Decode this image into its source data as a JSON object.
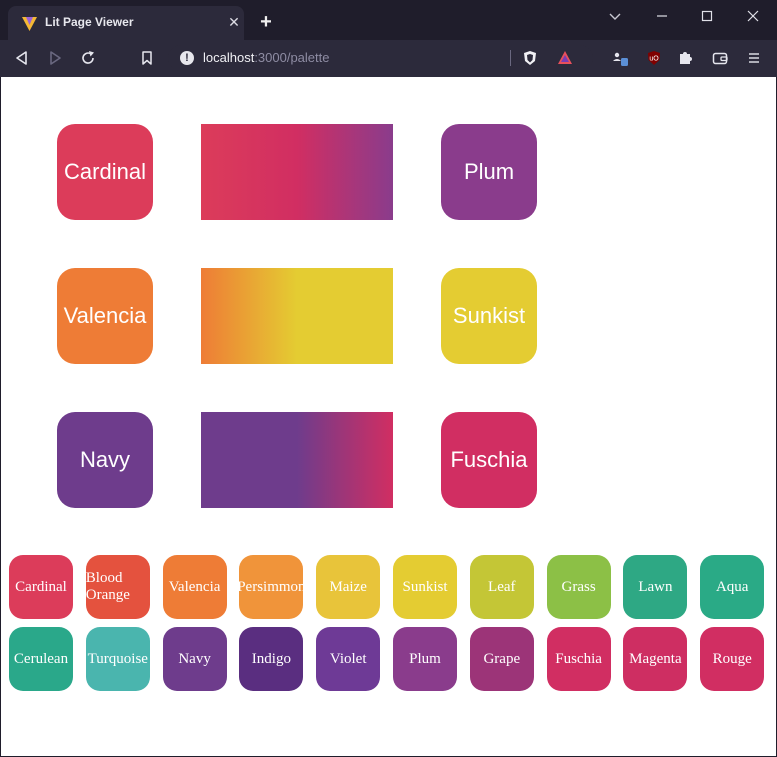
{
  "browser": {
    "tab_title": "Lit Page Viewer",
    "tab_close": "✕",
    "new_tab": "+",
    "url_host": "localhost",
    "url_rest": ":3000/palette"
  },
  "pairs": [
    {
      "from": {
        "name": "Cardinal",
        "color": "#dc3c5a"
      },
      "to": {
        "name": "Plum",
        "color": "#8a3c8c"
      }
    },
    {
      "from": {
        "name": "Valencia",
        "color": "#ee7c36"
      },
      "to": {
        "name": "Sunkist",
        "color": "#e4cc32"
      }
    },
    {
      "from": {
        "name": "Navy",
        "color": "#6e3c8c"
      },
      "to": {
        "name": "Fuschia",
        "color": "#d12e62"
      }
    }
  ],
  "gradients": [
    {
      "colors": [
        "#dc3c5a",
        "#d12e62",
        "#8a3c8c"
      ]
    },
    {
      "colors": [
        "#ee7c36",
        "#e4cc32",
        "#e4cc32"
      ]
    },
    {
      "colors": [
        "#6e3c8c",
        "#6e3c8c",
        "#d12e62"
      ]
    }
  ],
  "palette": [
    {
      "name": "Cardinal",
      "color": "#dc3c5a"
    },
    {
      "name": "Blood Orange",
      "color": "#e4523e"
    },
    {
      "name": "Valencia",
      "color": "#ee7c36"
    },
    {
      "name": "Persimmon",
      "color": "#f0943a"
    },
    {
      "name": "Maize",
      "color": "#e8c43a"
    },
    {
      "name": "Sunkist",
      "color": "#e4cc32"
    },
    {
      "name": "Leaf",
      "color": "#c4c636"
    },
    {
      "name": "Grass",
      "color": "#8cc046"
    },
    {
      "name": "Lawn",
      "color": "#2ea884"
    },
    {
      "name": "Aqua",
      "color": "#2aaa86"
    },
    {
      "name": "Cerulean",
      "color": "#2aa88a"
    },
    {
      "name": "Turquoise",
      "color": "#4ab5ae"
    },
    {
      "name": "Navy",
      "color": "#6e3c8c"
    },
    {
      "name": "Indigo",
      "color": "#5a2e80"
    },
    {
      "name": "Violet",
      "color": "#6e3a96"
    },
    {
      "name": "Plum",
      "color": "#8a3c8c"
    },
    {
      "name": "Grape",
      "color": "#9c3478"
    },
    {
      "name": "Fuschia",
      "color": "#d12e62"
    },
    {
      "name": "Magenta",
      "color": "#ce2e62"
    },
    {
      "name": "Rouge",
      "color": "#d12e62"
    }
  ]
}
